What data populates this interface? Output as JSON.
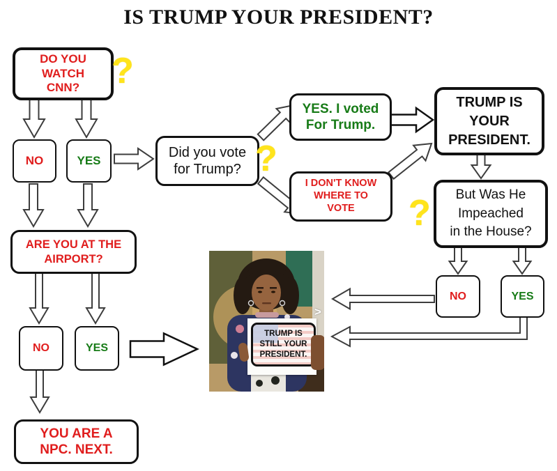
{
  "title": "IS TRUMP YOUR PRESIDENT?",
  "question_mark": "?",
  "colors": {
    "red": "#E01D1D",
    "green": "#177B17",
    "yellow": "#FFE41C",
    "outline": "#111111"
  },
  "boxes": {
    "watch_cnn": "DO YOU\nWATCH\nCNN?",
    "no_cnn": "NO",
    "yes_cnn": "YES",
    "did_you_vote": "Did you vote\nfor Trump?",
    "yes_voted": "YES. I voted\nFor Trump.",
    "dont_know": "I DON'T KNOW\nWHERE TO\nVOTE",
    "trump_is": "TRUMP IS\nYOUR\nPRESIDENT.",
    "impeached": "But Was He\nImpeached\nin the House?",
    "no_impeached": "NO",
    "yes_impeached": "YES",
    "airport": "ARE YOU AT THE\nAIRPORT?",
    "no_airport": "NO",
    "yes_airport": "YES",
    "npc": "YOU ARE A\nNPC. NEXT."
  },
  "photo": {
    "sign_text": "TRUMP IS\nSTILL YOUR\nPRESIDENT.",
    "next_chevron": ">"
  }
}
